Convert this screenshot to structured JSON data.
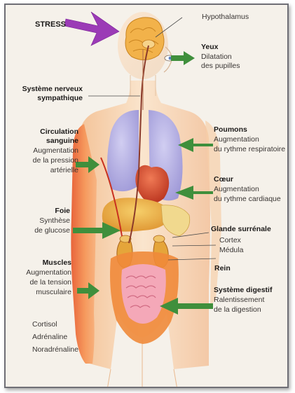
{
  "labels": {
    "stress": "STRESS",
    "hypothalamus": "Hypothalamus",
    "yeux_title": "Yeux",
    "yeux_desc1": "Dilatation",
    "yeux_desc2": "des pupilles",
    "sns_title1": "Système nerveux",
    "sns_title2": "sympathique",
    "circ_title1": "Circulation",
    "circ_title2": "sanguine",
    "circ_desc1": "Augmentation",
    "circ_desc2": "de la pression",
    "circ_desc3": "artérielle",
    "poumons_title": "Poumons",
    "poumons_desc1": "Augmentation",
    "poumons_desc2": "du rythme respiratoire",
    "coeur_title": "Cœur",
    "coeur_desc1": "Augmentation",
    "coeur_desc2": "du rythme cardiaque",
    "foie_title": "Foie",
    "foie_desc1": "Synthèse",
    "foie_desc2": "de glucose",
    "surrenale_title": "Glande surrénale",
    "cortex": "Cortex",
    "medula": "Médula",
    "rein": "Rein",
    "muscles_title": "Muscles",
    "muscles_desc1": "Augmentation",
    "muscles_desc2": "de la tension",
    "muscles_desc3": "musculaire",
    "digestif_title": "Système digestif",
    "digestif_desc1": "Ralentissement",
    "digestif_desc2": "de la digestion",
    "hormone1": "Cortisol",
    "hormone2": "Adrénaline",
    "hormone3": "Noradrénaline"
  },
  "colors": {
    "arrow_green": "#3f8f3c",
    "stress_arrow": "#9b3bb6",
    "skin": "#f6c79a",
    "lungs": "#a9a5e0",
    "heart": "#d9482b",
    "liver": "#e9a43a",
    "intestine": "#f0a0b0",
    "colon": "#f08a3a",
    "nerve": "#8b3a2a",
    "frame": "#6f6f76"
  }
}
